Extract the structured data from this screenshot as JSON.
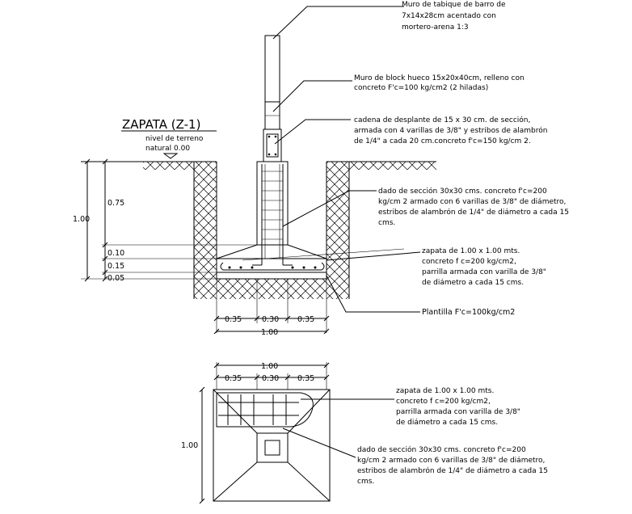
{
  "title": "ZAPATA (Z-1)",
  "ground_level": [
    "nivel de terreno",
    "natural 0.00"
  ],
  "notes": {
    "tabique": [
      "Muro de tabique de barro de",
      "7x14x28cm acentado con",
      "mortero-arena 1:3"
    ],
    "block": [
      "Muro de block hueco 15x20x40cm, relleno con",
      "concreto F'c=100 kg/cm2 (2 hiladas)"
    ],
    "cadena": [
      "cadena de desplante de 15 x 30 cm. de sección,",
      "armada con 4 varillas de 3/8\" y estribos de alambrón",
      "de 1/4\" a cada 20 cm.concreto f'c=150 kg/cm 2."
    ],
    "dado": [
      "dado de sección 30x30 cms. concreto f'c=200",
      "kg/cm 2 armado con 6 varillas de 3/8\" de diámetro,",
      "estribos de alambrón de 1/4\" de diámetro a cada 15",
      "cms."
    ],
    "zapata": [
      "zapata de 1.00 x 1.00 mts.",
      "concreto f c=200 kg/cm2,",
      "parrilla armada con varilla de 3/8\"",
      "de diámetro a cada 15 cms."
    ],
    "plantilla": "Plantilla F'c=100kg/cm2"
  },
  "plan_notes": {
    "zapata": [
      "zapata de 1.00 x 1.00 mts.",
      "concreto f c=200 kg/cm2,",
      "parrilla armada con varilla de 3/8\"",
      "de diámetro a cada 15 cms."
    ],
    "dado": [
      "dado de sección 30x30 cms. concreto f'c=200",
      "kg/cm 2 armado con 6 varillas de 3/8\" de diámetro,",
      "estribos de alambrón de 1/4\" de diámetro a cada 15",
      "cms."
    ]
  },
  "dimensions": {
    "total_height": "1.00",
    "h1": "0.75",
    "h2": "0.10",
    "h3": "0.15",
    "h4": "0.05",
    "w_left": "0.35",
    "w_mid": "0.30",
    "w_right": "0.35",
    "w_total": "1.00",
    "plan_w_total": "1.00",
    "plan_w_left": "0.35",
    "plan_w_mid": "0.30",
    "plan_w_right": "0.35",
    "plan_h_total": "1.00"
  }
}
